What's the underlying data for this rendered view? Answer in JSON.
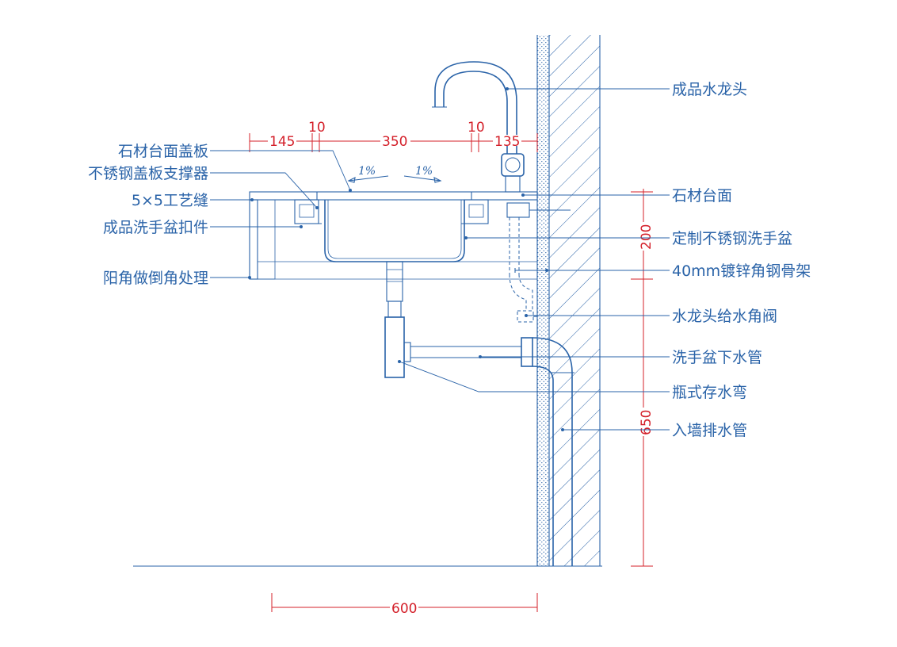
{
  "labels_left": [
    "石材台面盖板",
    "不锈钢盖板支撑器",
    "5×5工艺缝",
    "成品洗手盆扣件",
    "阳角做倒角处理"
  ],
  "labels_right": [
    "成品水龙头",
    "石材台面",
    "定制不锈钢洗手盆",
    "40mm镀锌角钢骨架",
    "水龙头给水角阀",
    "洗手盆下水管",
    "瓶式存水弯",
    "入墙排水管"
  ],
  "dims_top": [
    "145",
    "10",
    "350",
    "10",
    "135"
  ],
  "dims_right": [
    "200",
    "650"
  ],
  "dim_bottom": "600",
  "slopes": [
    "1%",
    "1%"
  ],
  "colors": {
    "linework": "#2a63a8",
    "dimension": "#d4202a"
  }
}
